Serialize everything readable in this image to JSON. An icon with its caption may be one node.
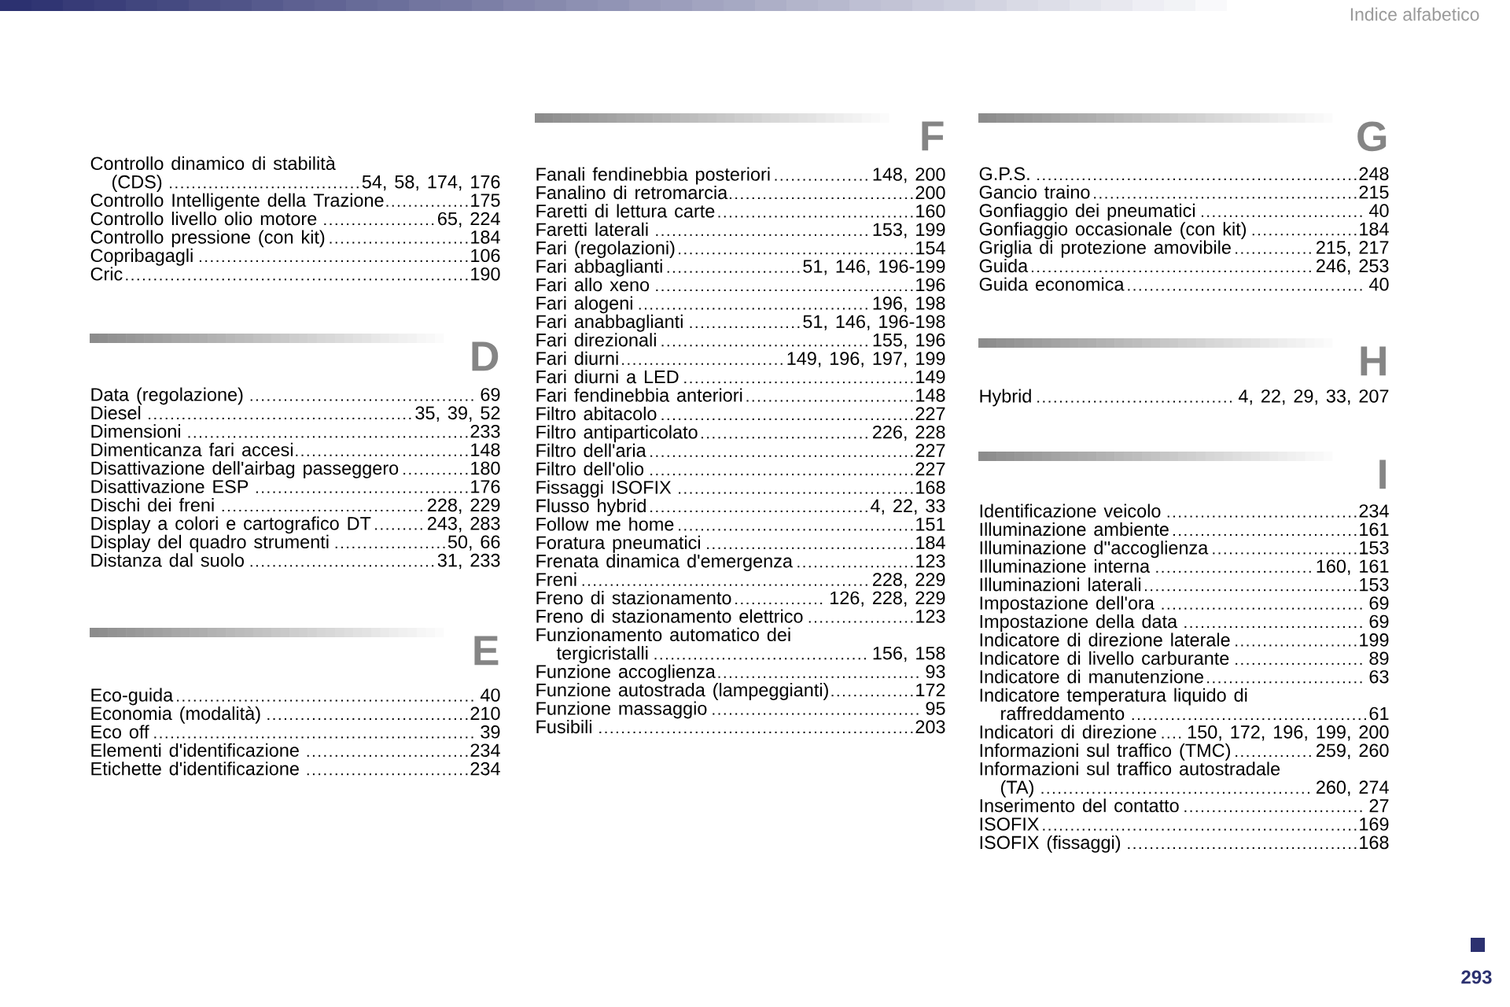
{
  "diagram": {
    "title": "Indice alfabetico",
    "labels": [
      "Controllo dinamico di stabilità (CDS)",
      "54, 58, 174, 176",
      "Controllo Intelligente della Trazione",
      "175",
      "Controllo livello olio motore",
      "65, 224",
      "Controllo pressione (con kit)",
      "184",
      "Copribagagli",
      "106",
      "Cric",
      "190",
      "D",
      "Data (regolazione)",
      "69",
      "Diesel",
      "35, 39, 52",
      "Dimensioni",
      "233",
      "Dimenticanza fari accesi",
      "148",
      "Disattivazione dell'airbag passeggero",
      "180",
      "Disattivazione ESP",
      "176",
      "Dischi dei freni",
      "228, 229",
      "Display a colori e cartografico DT",
      "243, 283",
      "Display del quadro strumenti",
      "50, 66",
      "Distanza dal suolo",
      "31, 233",
      "E",
      "Eco-guida",
      "40",
      "Economia (modalità)",
      "210",
      "Eco off",
      "39",
      "Elementi d'identificazione",
      "234",
      "Etichette d'identificazione",
      "234",
      "F",
      "Fanali fendinebbia posteriori",
      "148, 200",
      "Fanalino di retromarcia",
      "200",
      "Faretti di lettura carte",
      "160",
      "Faretti laterali",
      "153, 199",
      "Fari (regolazioni)",
      "154",
      "Fari abbaglianti",
      "51, 146, 196-199",
      "Fari allo xeno",
      "196",
      "Fari alogeni",
      "196, 198",
      "Fari anabbaglianti",
      "51, 146, 196-198",
      "Fari direzionali",
      "155, 196",
      "Fari diurni",
      "149, 196, 197, 199",
      "Fari diurni a LED",
      "149",
      "Fari fendinebbia anteriori",
      "148",
      "Filtro abitacolo",
      "227",
      "Filtro antiparticolato",
      "226, 228",
      "Filtro dell'aria",
      "227",
      "Filtro dell'olio",
      "227",
      "Fissaggi ISOFIX",
      "168",
      "Flusso hybrid",
      "4, 22, 33",
      "Follow me home",
      "151",
      "Foratura pneumatici",
      "184",
      "Frenata dinamica d'emergenza",
      "123",
      "Freni",
      "228, 229",
      "Freno di stazionamento",
      "126, 228, 229",
      "Freno di stazionamento elettrico",
      "123",
      "Funzionamento automatico dei tergicristalli",
      "156, 158",
      "Funzione accoglienza",
      "93",
      "Funzione autostrada (lampeggianti)",
      "172",
      "Funzione massaggio",
      "95",
      "Fusibili",
      "203",
      "G",
      "G.P.S.",
      "248",
      "Gancio traino",
      "215",
      "Gonfiaggio dei pneumatici",
      "40",
      "Gonfiaggio occasionale (con kit)",
      "184",
      "Griglia di protezione amovibile",
      "215, 217",
      "Guida",
      "246, 253",
      "Guida economica",
      "40",
      "H",
      "Hybrid",
      "4, 22, 29, 33, 207",
      "I",
      "Identificazione veicolo",
      "234",
      "Illuminazione ambiente",
      "161",
      "Illuminazione d''accoglienza",
      "153",
      "Illuminazione interna",
      "160, 161",
      "Illuminazioni laterali",
      "153",
      "Impostazione dell'ora",
      "69",
      "Impostazione della data",
      "69",
      "Indicatore di direzione laterale",
      "199",
      "Indicatore di livello carburante",
      "89",
      "Indicatore di manutenzione",
      "63",
      "Indicatore temperatura liquido di raffreddamento",
      "61",
      "Indicatori di direzione",
      "150, 172, 196, 199, 200",
      "Informazioni sul traffico (TMC)",
      "259, 260",
      "Informazioni sul traffico autostradale (TA)",
      "260, 274",
      "Inserimento del contatto",
      "27",
      "ISOFIX",
      "169",
      "ISOFIX (fissaggi)",
      "168",
      "293"
    ]
  }
}
